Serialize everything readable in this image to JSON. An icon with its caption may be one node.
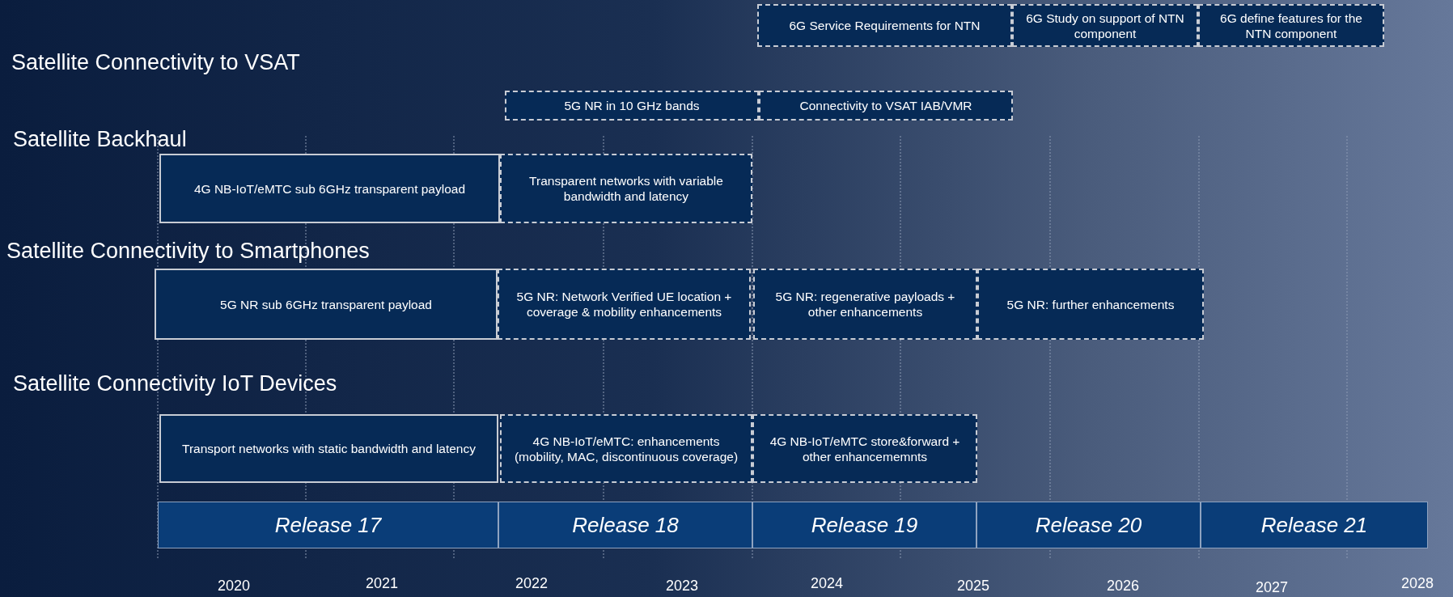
{
  "diagram": {
    "nodes": [
      {
        "text": [
          "6G Service Requirements for NTN"
        ]
      },
      {
        "text": [
          "6G Study on support of NTN component"
        ]
      },
      {
        "text": [
          "6G define features for the NTN component"
        ]
      },
      {
        "text": [
          "5G NR in 10 GHz bands"
        ]
      },
      {
        "text": [
          "Connectivity to VSAT IAB/VMR"
        ]
      },
      {
        "text": [
          "4G NB-IoT/eMTC sub 6GHz transparent payload"
        ]
      },
      {
        "text": [
          "Transparent networks with variable bandwidth and latency"
        ]
      },
      {
        "text": [
          "5G NR sub 6GHz transparent payload"
        ]
      },
      {
        "text": [
          "5G NR: Network Verified UE location + coverage & mobility enhancements"
        ]
      },
      {
        "text": [
          "5G NR: regenerative payloads + other enhancements"
        ]
      },
      {
        "text": [
          "5G NR: further enhancements"
        ]
      },
      {
        "text": [
          "Transport networks with static bandwidth and latency"
        ]
      },
      {
        "text": [
          "4G NB-IoT/eMTC: enhancements (mobility, MAC, discontinuous coverage)"
        ]
      },
      {
        "text": [
          "4G NB-IoT/eMTC store&forward + other enhancememnts"
        ]
      },
      {
        "text": [
          "Release 17"
        ]
      },
      {
        "text": [
          "Release 18"
        ]
      },
      {
        "text": [
          "Release 19"
        ]
      },
      {
        "text": [
          "Release 20"
        ]
      },
      {
        "text": [
          "Release 21"
        ]
      }
    ],
    "labels": [
      "Satellite Connectivity to VSAT",
      "Satellite Backhaul",
      "Satellite Connectivity to Smartphones",
      "Satellite Connectivity IoT Devices",
      "2020",
      "2021",
      "2022",
      "2023",
      "2024",
      "2025",
      "2026",
      "2027",
      "2028"
    ]
  }
}
